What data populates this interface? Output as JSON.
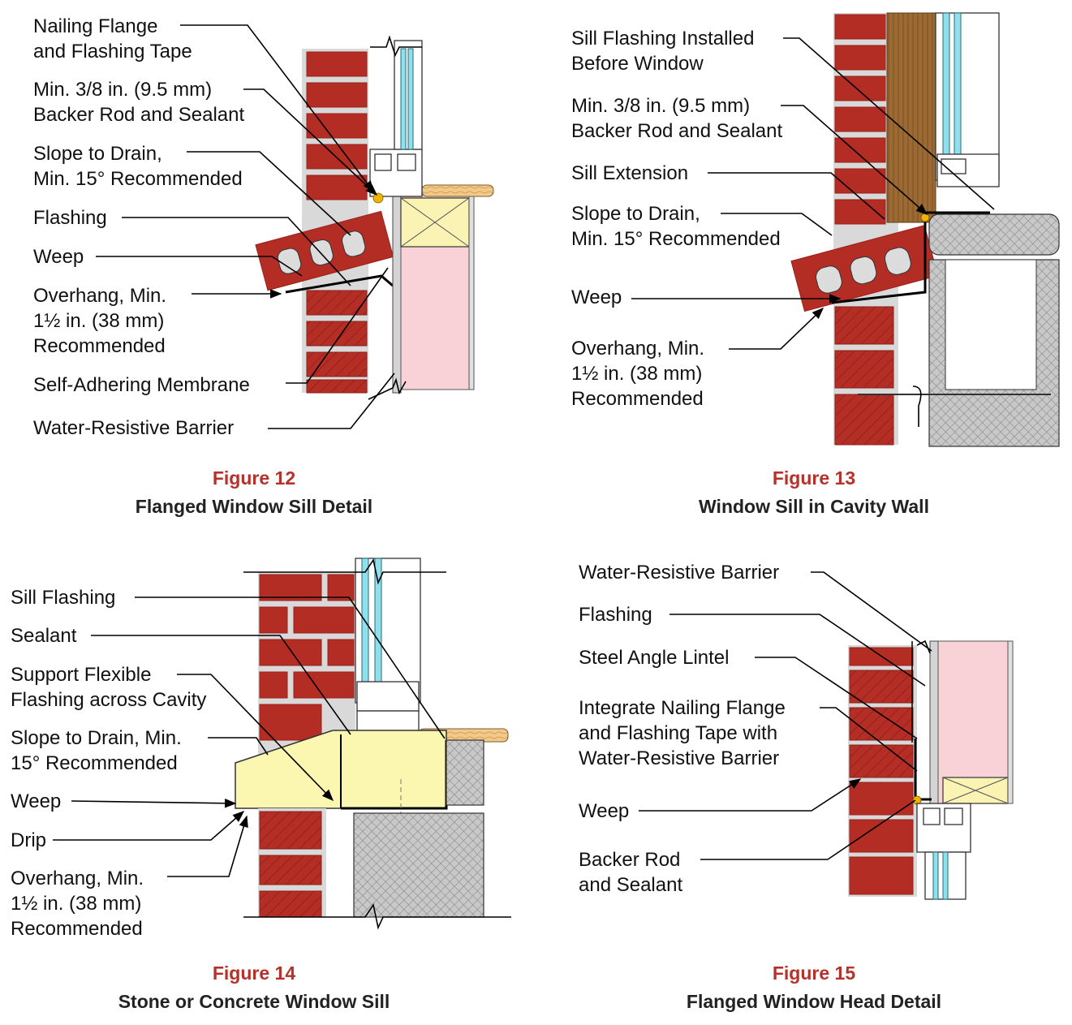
{
  "figures": [
    {
      "number": "Figure 12",
      "title": "Flanged Window Sill Detail",
      "labels": [
        [
          "Nailing Flange",
          "and Flashing Tape"
        ],
        [
          "Min. 3/8 in. (9.5 mm)",
          "Backer Rod and Sealant"
        ],
        [
          "Slope to Drain,",
          "Min. 15° Recommended"
        ],
        [
          "Flashing"
        ],
        [
          "Weep"
        ],
        [
          "Overhang, Min.",
          "1½ in. (38 mm)",
          "Recommended"
        ],
        [
          "Self-Adhering Membrane"
        ],
        [
          "Water-Resistive Barrier"
        ]
      ]
    },
    {
      "number": "Figure 13",
      "title": "Window Sill in Cavity Wall",
      "labels": [
        [
          "Sill Flashing Installed",
          "Before Window"
        ],
        [
          "Min. 3/8 in. (9.5 mm)",
          "Backer Rod and Sealant"
        ],
        [
          "Sill Extension"
        ],
        [
          "Slope to Drain,",
          "Min. 15° Recommended"
        ],
        [
          "Weep"
        ],
        [
          "Overhang, Min.",
          "1½ in. (38 mm)",
          "Recommended"
        ]
      ]
    },
    {
      "number": "Figure 14",
      "title": "Stone or Concrete Window Sill",
      "labels": [
        [
          "Sill Flashing"
        ],
        [
          "Sealant"
        ],
        [
          "Support Flexible",
          "Flashing across Cavity"
        ],
        [
          "Slope to Drain, Min.",
          "15° Recommended"
        ],
        [
          "Weep"
        ],
        [
          "Drip"
        ],
        [
          "Overhang, Min.",
          "1½ in. (38 mm)",
          "Recommended"
        ]
      ]
    },
    {
      "number": "Figure 15",
      "title": "Flanged Window Head Detail",
      "labels": [
        [
          "Water-Resistive Barrier"
        ],
        [
          "Flashing"
        ],
        [
          "Steel Angle Lintel"
        ],
        [
          "Integrate Nailing Flange",
          "and Flashing Tape with",
          "Water-Resistive Barrier"
        ],
        [
          "Weep"
        ],
        [
          "Backer Rod",
          "and Sealant"
        ]
      ]
    }
  ]
}
